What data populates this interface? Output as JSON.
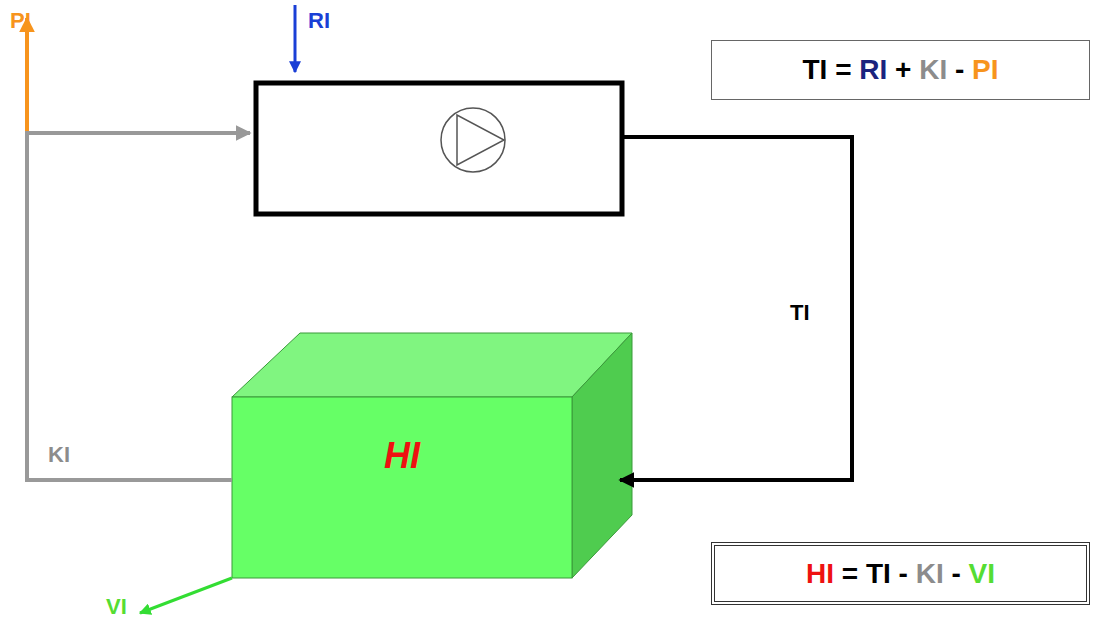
{
  "diagram": {
    "nodes": [
      {
        "text": [
          "TI = RI + KI - PI"
        ]
      },
      {
        "text": [
          "HI"
        ]
      },
      {
        "text": [
          "HI = TI - KI - VI"
        ]
      }
    ],
    "labels": [
      "PI",
      "RI",
      "TI",
      "KI",
      "VI"
    ]
  }
}
